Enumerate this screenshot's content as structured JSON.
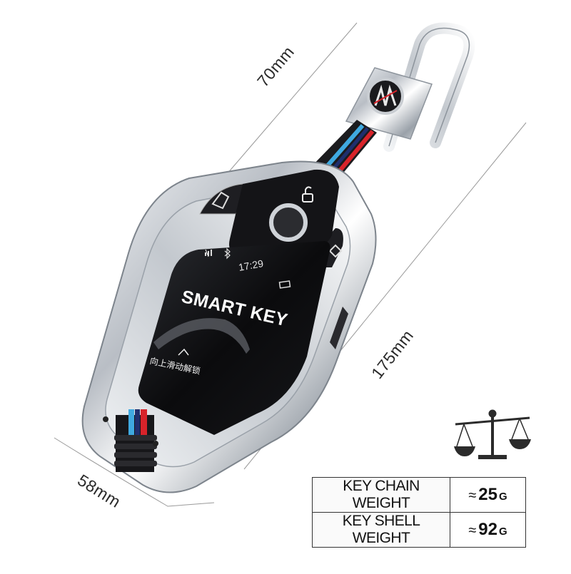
{
  "dimensions": {
    "length": "175mm",
    "width": "58mm",
    "chain_length": "70mm"
  },
  "screen": {
    "time": "17:29",
    "title": "SMART KEY",
    "unlock_hint": "向上滑动解锁"
  },
  "weights": {
    "rows": [
      {
        "label": "KEY CHAIN WEIGHT",
        "approx": "≈",
        "number": "25",
        "unit": "G"
      },
      {
        "label": "KEY SHELL WEIGHT",
        "approx": "≈",
        "number": "92",
        "unit": "G"
      }
    ]
  },
  "icons": {
    "scale": "balance-scale-icon",
    "lock": "unlock-icon",
    "bluetooth": "bluetooth-icon",
    "signal": "signal-icon",
    "battery": "battery-icon"
  },
  "colors": {
    "stripe_blue": "#3fa9e0",
    "stripe_navy": "#1f2f6e",
    "stripe_red": "#d8232a",
    "shell_chrome": "#d9dde2",
    "screen_black": "#0b0b0d"
  }
}
